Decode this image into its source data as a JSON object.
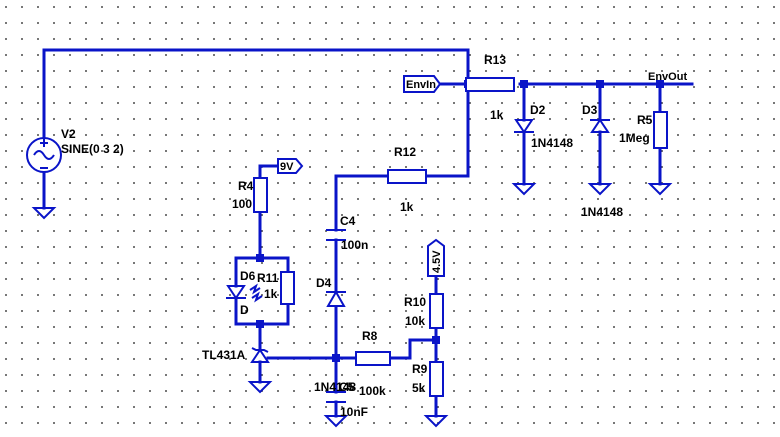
{
  "schematic": {
    "v2": {
      "ref": "V2",
      "value": "SINE(0 3 2)"
    },
    "r13": {
      "ref": "R13",
      "value": "1k"
    },
    "r12": {
      "ref": "R12",
      "value": "1k"
    },
    "r4": {
      "ref": "R4",
      "value": "100"
    },
    "r5": {
      "ref": "R5",
      "value": "1Meg"
    },
    "r8": {
      "ref": "R8",
      "value": "100k"
    },
    "r9": {
      "ref": "R9",
      "value": "5k"
    },
    "r10": {
      "ref": "R10",
      "value": "10k"
    },
    "r11": {
      "ref": "R11",
      "value": "1k"
    },
    "c4": {
      "ref": "C4",
      "value": "100n"
    },
    "c_low": {
      "ref": "C5",
      "value": "10nF"
    },
    "d2": {
      "ref": "D2",
      "value": "1N4148"
    },
    "d3": {
      "ref": "D3",
      "value": "1N4148"
    },
    "d4": {
      "ref": "D4",
      "value": "1N4148"
    },
    "d6": {
      "ref": "D6",
      "value": "D"
    },
    "u1": {
      "value": "TL431A"
    },
    "nets": {
      "envin": "EnvIn",
      "envout": "EnvOut",
      "vcc9": "9V",
      "vref": "4.5V"
    }
  }
}
